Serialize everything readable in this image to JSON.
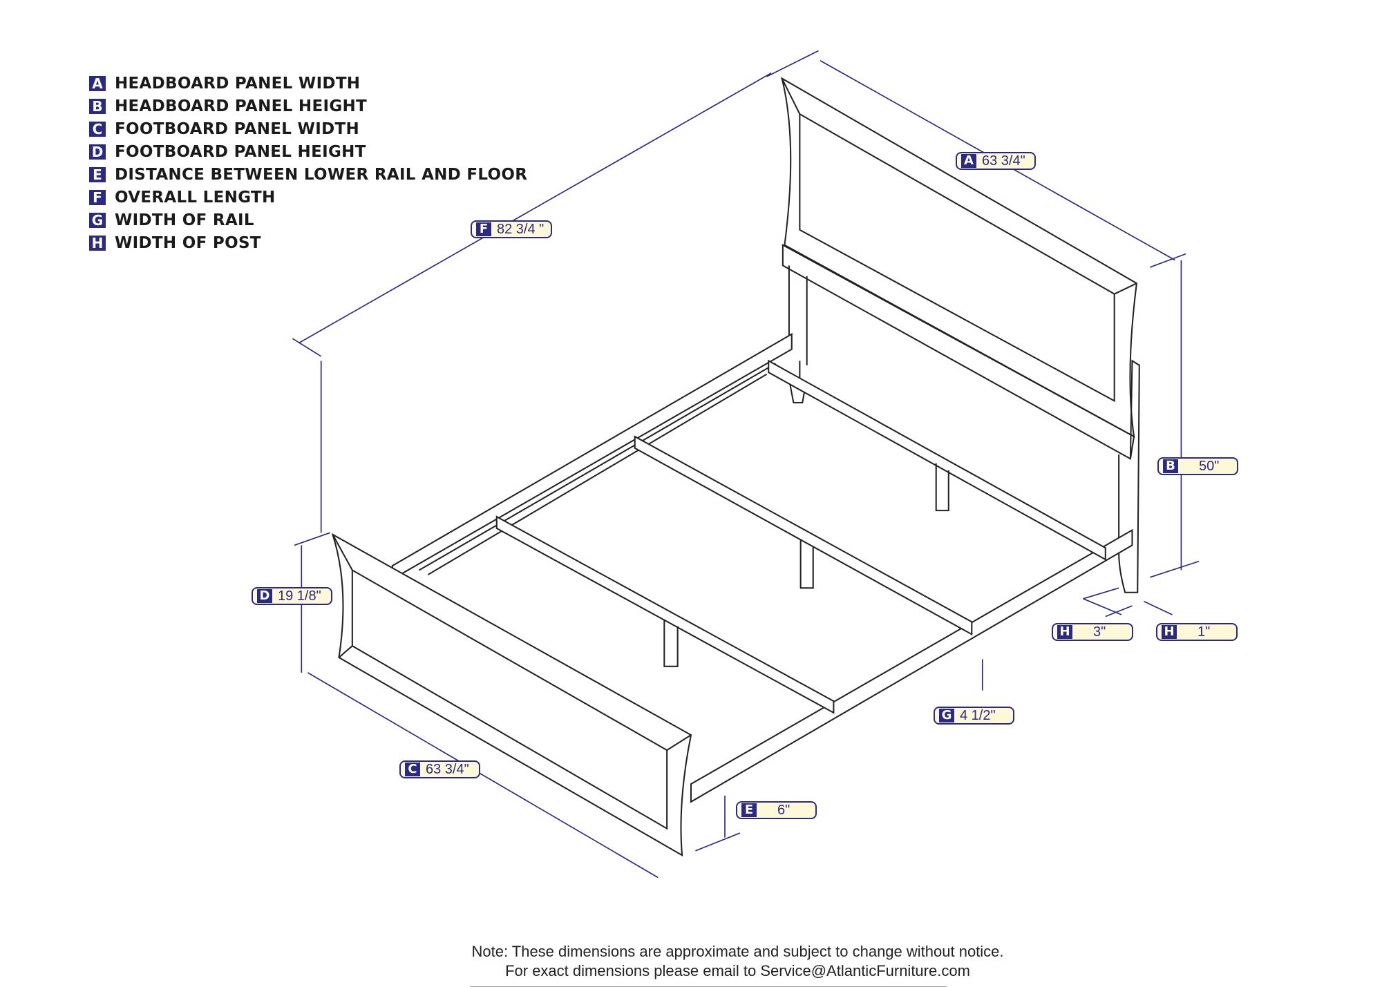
{
  "legend": [
    {
      "key": "A",
      "label": "HEADBOARD PANEL WIDTH"
    },
    {
      "key": "B",
      "label": "HEADBOARD PANEL HEIGHT"
    },
    {
      "key": "C",
      "label": "FOOTBOARD PANEL WIDTH"
    },
    {
      "key": "D",
      "label": "FOOTBOARD PANEL HEIGHT"
    },
    {
      "key": "E",
      "label": "DISTANCE BETWEEN LOWER RAIL AND FLOOR"
    },
    {
      "key": "F",
      "label": "OVERALL LENGTH"
    },
    {
      "key": "G",
      "label": "WIDTH OF RAIL"
    },
    {
      "key": "H",
      "label": "WIDTH OF POST"
    }
  ],
  "dimensions": {
    "A": {
      "key": "A",
      "value": "63 3/4\""
    },
    "B": {
      "key": "B",
      "value": "50\""
    },
    "C": {
      "key": "C",
      "value": "63 3/4\""
    },
    "D": {
      "key": "D",
      "value": "19 1/8\""
    },
    "E": {
      "key": "E",
      "value": "6\""
    },
    "F": {
      "key": "F",
      "value": "82 3/4 \""
    },
    "G": {
      "key": "G",
      "value": "4 1/2\""
    },
    "H1": {
      "key": "H",
      "value": "3\""
    },
    "H2": {
      "key": "H",
      "value": "1\""
    }
  },
  "note": {
    "line1": "Note:  These dimensions are approximate and subject to change without notice.",
    "line2": "For exact dimensions please email to Service@AtlanticFurniture.com"
  },
  "colors": {
    "accent": "#2a2a86",
    "label_bg": "#fdf8d8"
  }
}
